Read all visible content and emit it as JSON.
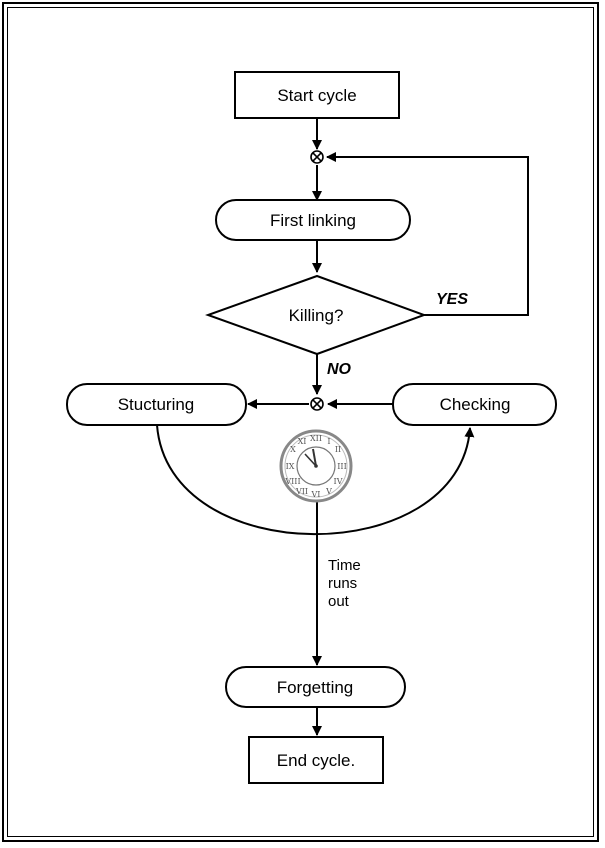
{
  "diagram": {
    "nodes": {
      "start": "Start cycle",
      "first_linking": "First linking",
      "decision": "Killing?",
      "structuring": "Stucturing",
      "checking": "Checking",
      "forgetting": "Forgetting",
      "end": "End cycle."
    },
    "edge_labels": {
      "yes": "YES",
      "no": "NO",
      "time_line1": "Time",
      "time_line2": "runs",
      "time_line3": "out"
    },
    "icons": {
      "junction": "junction-cross-circle-icon",
      "clock": "roman-numeral-clock-icon"
    }
  }
}
